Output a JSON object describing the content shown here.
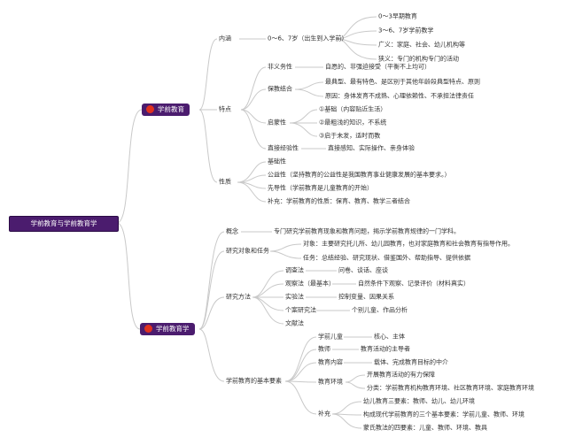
{
  "root": "学前教育与学前教育学",
  "b1": {
    "title": "学前教育",
    "neihan": {
      "label": "内涵",
      "def": "0～6、7岁（出生到入学前）",
      "items": [
        "0～3早期教育",
        "3～6、7岁学前教学",
        "广义：家庭、社会、幼儿机构等",
        "狭义：专门的机构专门的活动"
      ]
    },
    "tedian": {
      "label": "特点",
      "fyw": {
        "label": "非义务性",
        "text": "自愿的、非强迫接受（平衡不上均可）"
      },
      "bj": {
        "label": "保教结合",
        "items": [
          "最典型、最有特色、是区别于其他年龄段典型特点、原则",
          "原因：身体发育不成熟、心理依赖性、不承担法律责任"
        ]
      },
      "qm": {
        "label": "启蒙性",
        "items": [
          "①基础（内容贴近生活）",
          "②最粗浅的知识，不系统",
          "③启于未发，适时而教"
        ]
      },
      "zj": {
        "label": "直接经验性",
        "text": "直接感知、实际操作、亲身体验"
      }
    },
    "xingzhi": {
      "label": "性质",
      "items": [
        "基础性",
        "公益性（坚持教育的公益性是我国教育事业健康发展的基本要求。）",
        "先导性（学前教育是儿童教育的开始）",
        "补充：学前教育的性质：保育、教育、教学三者结合"
      ]
    }
  },
  "b2": {
    "title": "学前教育学",
    "gainian": {
      "label": "概念",
      "text": "专门研究学前教育现象和教育问题，揭示学前教育规律的一门学科。"
    },
    "duixiang": {
      "label": "研究对象和任务",
      "items": [
        "对象：主要研究托儿所、幼儿园教育，也对家庭教育和社会教育有指导作用。",
        "任务：总结经验、研究现状、借鉴国外、帮助指导、提供依据"
      ]
    },
    "fangfa": {
      "label": "研究方法",
      "diaocha": {
        "label": "调查法",
        "text": "问卷、谈话、座谈"
      },
      "guancha": {
        "label": "观察法（最基本）",
        "text": "自然条件下观察、记录评价（材料真实）"
      },
      "shiyan": {
        "label": "实验法",
        "text": "控制变量、因果关系"
      },
      "gean": {
        "label": "个案研究法",
        "text": "个别儿童、作品分析"
      },
      "wenxian": {
        "label": "文献法"
      }
    },
    "yaosu": {
      "label": "学前教育的基本要素",
      "xq": {
        "label": "学前儿童",
        "text": "核心、主体"
      },
      "js": {
        "label": "教师",
        "text": "教育活动的主导者"
      },
      "nr": {
        "label": "教育内容",
        "text": "载体、完成教育目标的中介"
      },
      "hj": {
        "label": "教育环境",
        "items": [
          "开展教育活动的有力保障",
          "分类：学前教育机构教育环境、社区教育环境、家庭教育环境"
        ]
      },
      "bc": {
        "label": "补充",
        "items": [
          "幼儿教育三要素：教师、幼儿、幼儿环境",
          "构成现代学前教育的三个基本要素：学前儿童、教师、环境",
          "蒙氏教法的四要素：儿童、教师、环境、教具"
        ]
      }
    }
  }
}
